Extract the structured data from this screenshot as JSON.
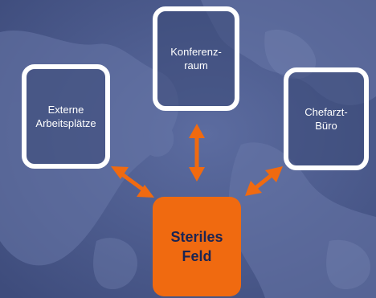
{
  "nodes": {
    "conference": {
      "label": "Konferenz-\nraum"
    },
    "external": {
      "label": "Externe\nArbeitsplätze"
    },
    "chief": {
      "label": "Chefarzt-\nBüro"
    },
    "sterile": {
      "label": "Steriles\nFeld"
    }
  },
  "colors": {
    "background": "#4a5a8e",
    "box_border": "#ffffff",
    "center_fill": "#f06a10",
    "center_text": "#1b2452",
    "arrow": "#f06a10"
  }
}
